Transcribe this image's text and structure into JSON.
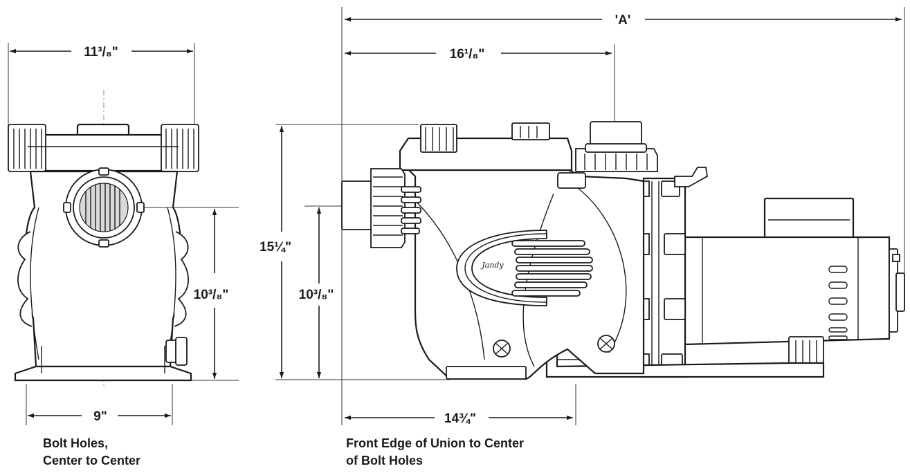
{
  "dimensions": {
    "front_width": "11³/₈\"",
    "front_height": "10³/₈\"",
    "front_bolt": "9\"",
    "overall_length": "'A'",
    "side_union_to_port": "16¹/₈\"",
    "side_height": "15¼\"",
    "side_inlet_height": "10³/₈\"",
    "side_union_to_bolt": "14¾\""
  },
  "captions": {
    "front_line1": "Bolt Holes,",
    "front_line2": "Center to Center",
    "side_line1": "Front Edge of Union to Center",
    "side_line2": "of Bolt Holes"
  },
  "logo_text": "Jandy"
}
